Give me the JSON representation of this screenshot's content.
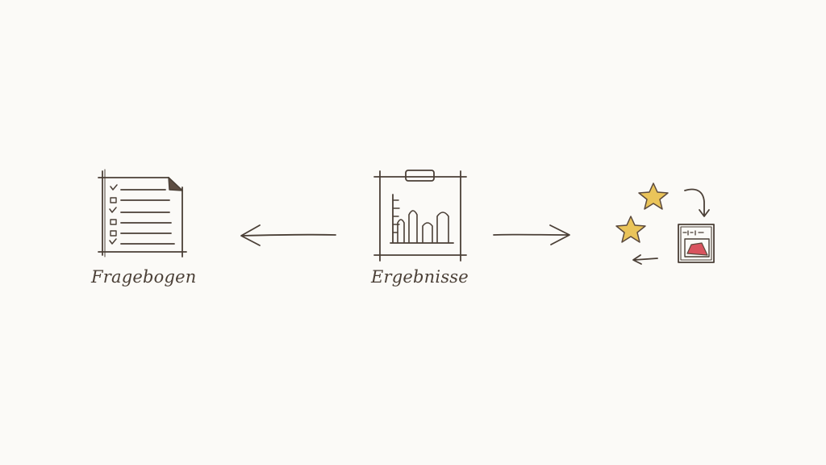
{
  "diagram": {
    "nodes": [
      {
        "id": "questionnaire",
        "label": "Fragebogen",
        "icon": "checklist-document-icon"
      },
      {
        "id": "results",
        "label": "Ergebnisse",
        "icon": "bar-chart-board-icon"
      },
      {
        "id": "feedback",
        "label": "",
        "icon": "stars-and-report-cycle-icon"
      }
    ],
    "edges": [
      {
        "from": "results",
        "to": "questionnaire",
        "style": "arrow"
      },
      {
        "from": "results",
        "to": "feedback",
        "style": "arrow"
      }
    ],
    "colors": {
      "ink": "#4a3f36",
      "star": "#eac45a",
      "accent_red": "#d9545f",
      "paper": "#fbfaf7"
    }
  }
}
